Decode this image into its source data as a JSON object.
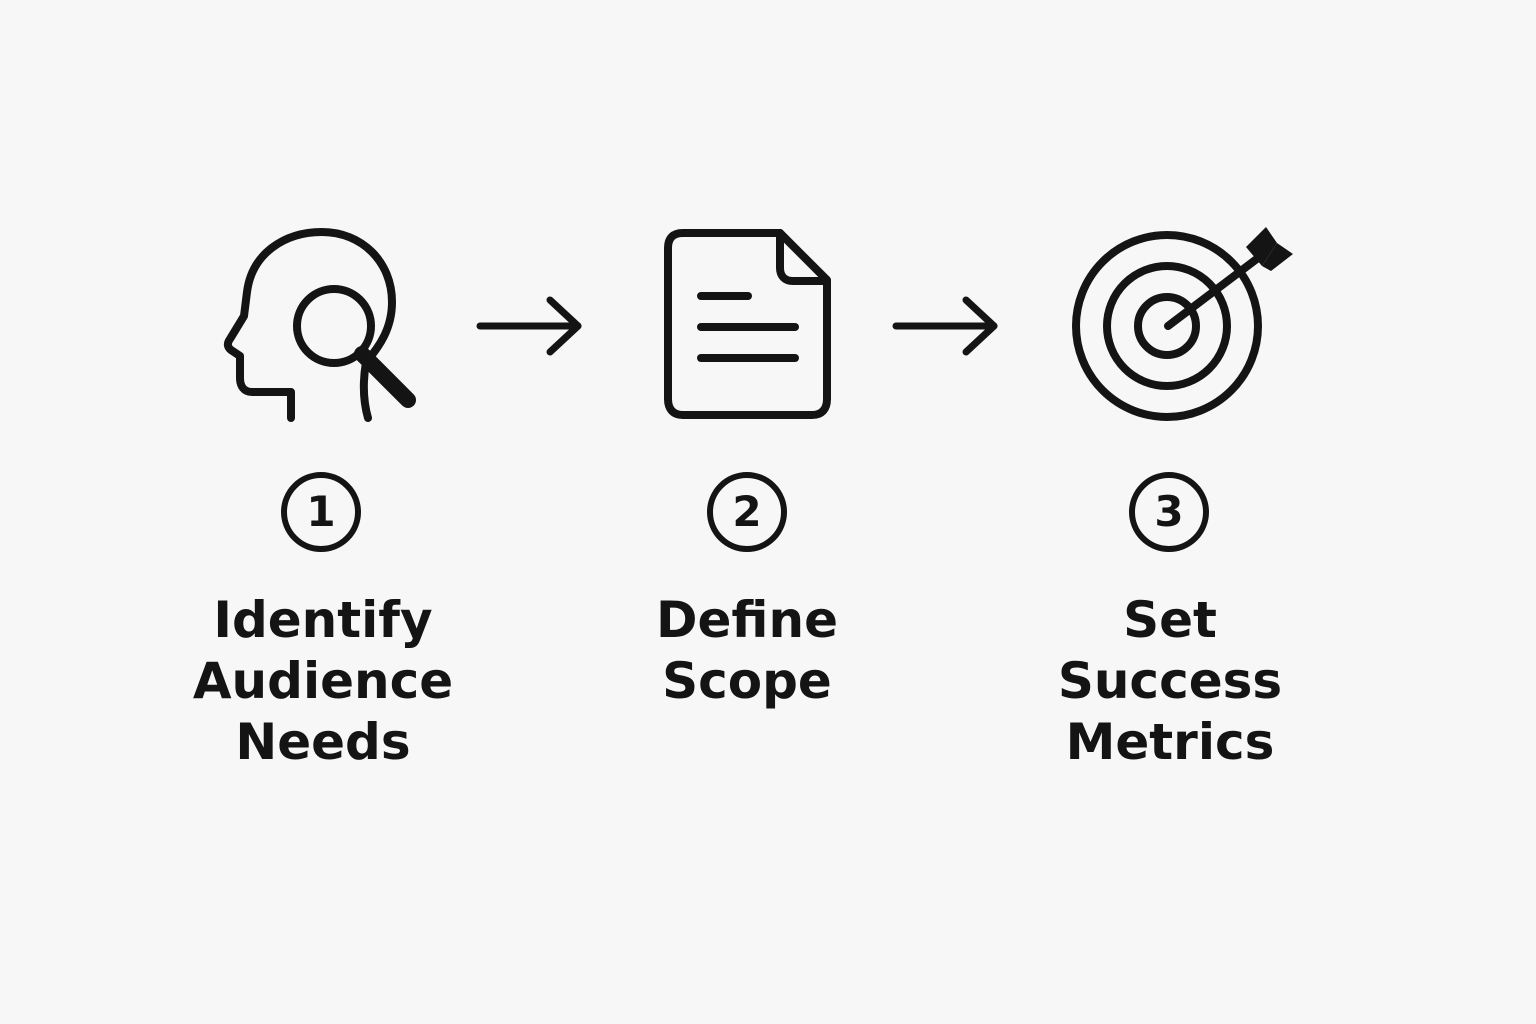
{
  "colors": {
    "background": "#f7f7f7",
    "ink": "#141414"
  },
  "steps": [
    {
      "number": "1",
      "icon": "head-magnifier-icon",
      "lines": [
        "Identify",
        "Audience",
        "Needs"
      ]
    },
    {
      "number": "2",
      "icon": "document-icon",
      "lines": [
        "Define",
        "Scope"
      ]
    },
    {
      "number": "3",
      "icon": "target-arrow-icon",
      "lines": [
        "Set",
        "Success",
        "Metrics"
      ]
    }
  ],
  "connectors": [
    "arrow-right-icon",
    "arrow-right-icon"
  ]
}
